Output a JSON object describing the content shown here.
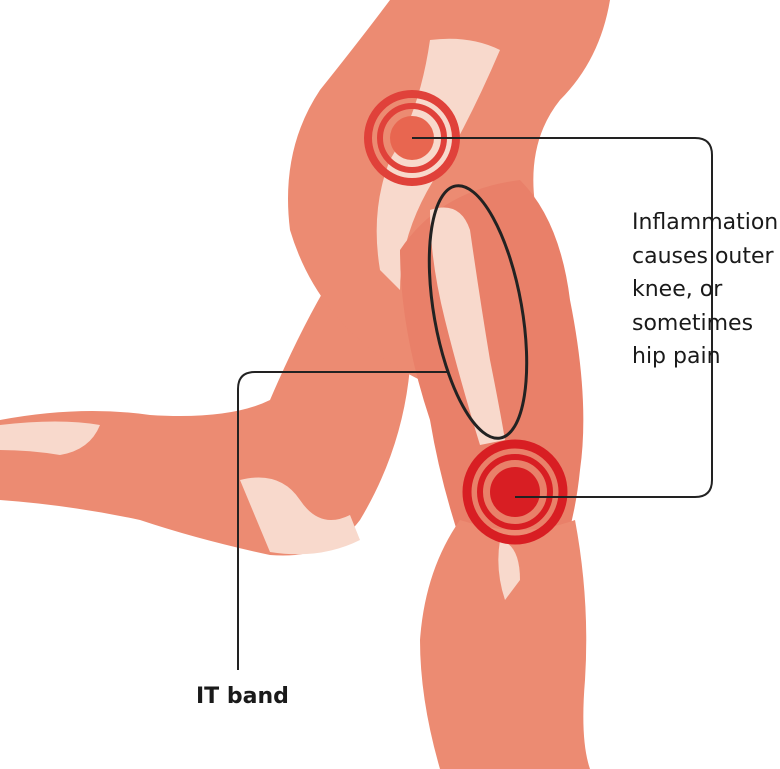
{
  "labels": {
    "inflammation_lines": [
      "Inflammation",
      "causes outer",
      "knee, or",
      "sometimes",
      "hip pain"
    ],
    "it_band": "IT band"
  },
  "colors": {
    "muscle": "#ec8b72",
    "muscle_dark": "#df7660",
    "tendon": "#f8d9cc",
    "pain_ring": "#e0413a",
    "pain_core": "#d81e23",
    "line": "#222222"
  }
}
